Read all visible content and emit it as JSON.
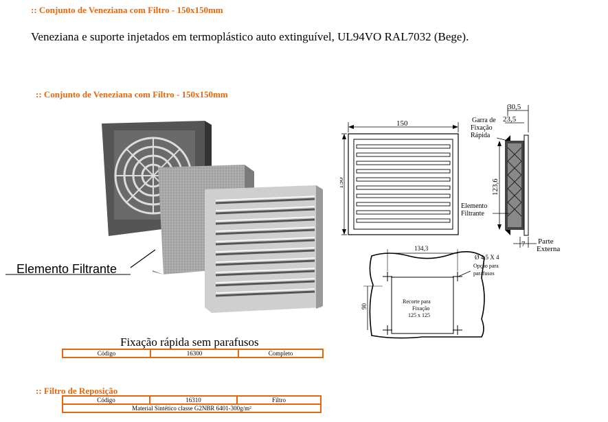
{
  "header_top": ":: Conjunto de Veneziana com Filtro - 150x150mm",
  "description": "Veneziana e suporte injetados em termoplástico auto extinguível, UL94VO RAL7032 (Bege).",
  "header_image": ":: Conjunto de Veneziana com Filtro - 150x150mm",
  "photo_label": "Elemento Filtrante",
  "drawing": {
    "dim_150_top": "150",
    "dim_150_side": "150",
    "dim_30_5": "30,5",
    "dim_23_5": "23,5",
    "garra_lines": [
      "Garra de",
      "Fixação",
      "Rápida"
    ],
    "dim_123_6": "123,6",
    "elemento_lines": [
      "Elemento",
      "Filtrante"
    ],
    "dim_7": "7",
    "parte_lines": [
      "Parte",
      "Externa"
    ],
    "dim_134_3": "134,3",
    "hole_lines": [
      "Ø 4,5 X 4",
      "Opção para",
      "parafusos"
    ],
    "dim_90": "90",
    "recorte_lines": [
      "Recorte para",
      "Fixação",
      "125 x 125"
    ]
  },
  "caption": "Fixação rápida sem parafusos",
  "table1": [
    "Código",
    "16300",
    "Completo"
  ],
  "header_replacement": ":: Filtro de Reposição",
  "table2_row1": [
    "Código",
    "16310",
    "Filtro"
  ],
  "table2_row2": "Material Sintético classe G2NBR 6401-300g/m²"
}
